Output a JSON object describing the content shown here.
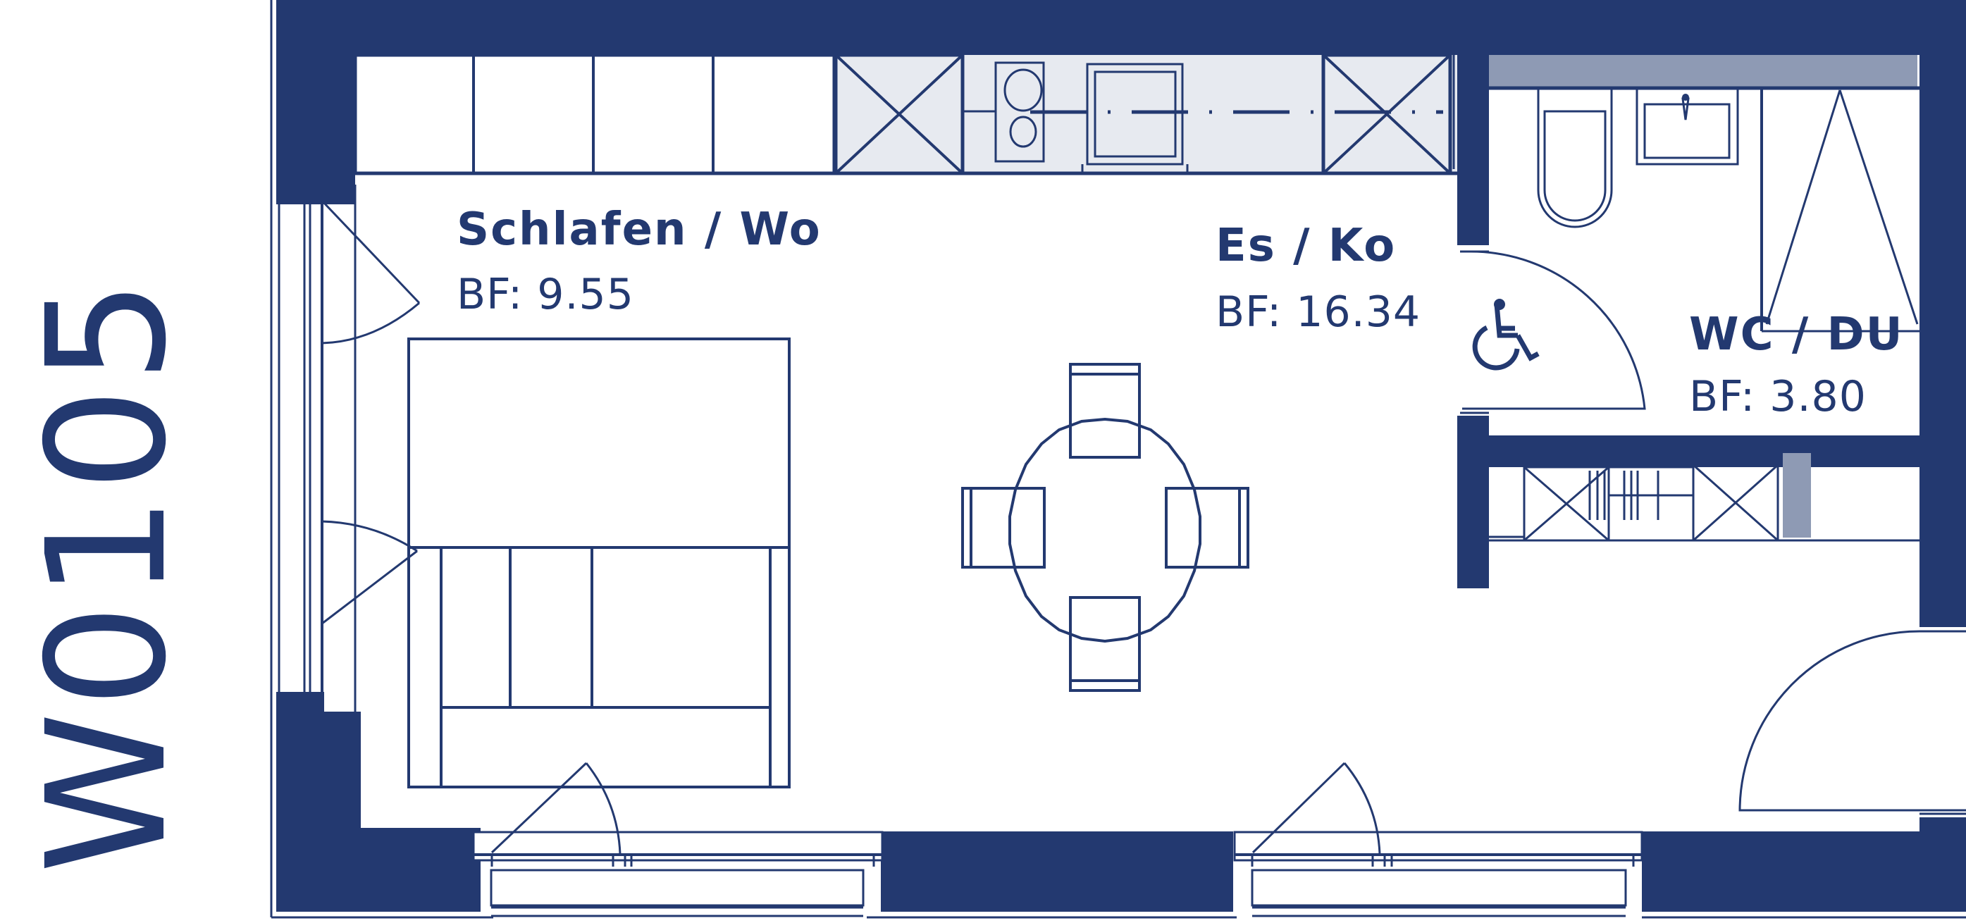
{
  "unit": {
    "id": "W0105"
  },
  "rooms": [
    {
      "key": "schlafen",
      "name": "Schlafen / Wo",
      "area_label": "BF: 9.55",
      "area": 9.55
    },
    {
      "key": "essen",
      "name": "Es / Ko",
      "area_label": "BF: 16.34",
      "area": 16.34
    },
    {
      "key": "bad",
      "name": "WC / DU",
      "area_label": "BF: 3.80",
      "area": 3.8
    }
  ],
  "icons": {
    "accessibility": "wheelchair-icon"
  },
  "colors": {
    "primary": "#233970",
    "kitchen_fill": "#e7eaf0",
    "bath_strip": "#8e9ab4",
    "background": "#ffffff"
  }
}
